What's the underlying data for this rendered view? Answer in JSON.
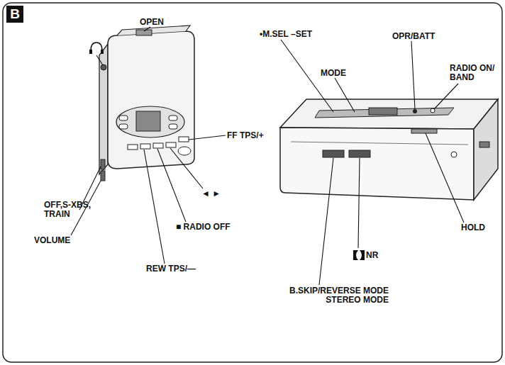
{
  "diagram": {
    "nodes": [
      {
        "text": [
          "B"
        ]
      }
    ],
    "labels": [
      "OPEN",
      "FF TPS/+",
      "◄ ►",
      "■ RADIO OFF",
      "REW TPS/—",
      "OFF,S-XBS, TRAIN",
      "VOLUME",
      "•M.SEL –SET",
      "MODE",
      "OPR/BATT",
      "RADIO ON/ BAND",
      "HOLD",
      "NR",
      "B.SKIP/REVERSE MODE STEREO MODE"
    ]
  }
}
